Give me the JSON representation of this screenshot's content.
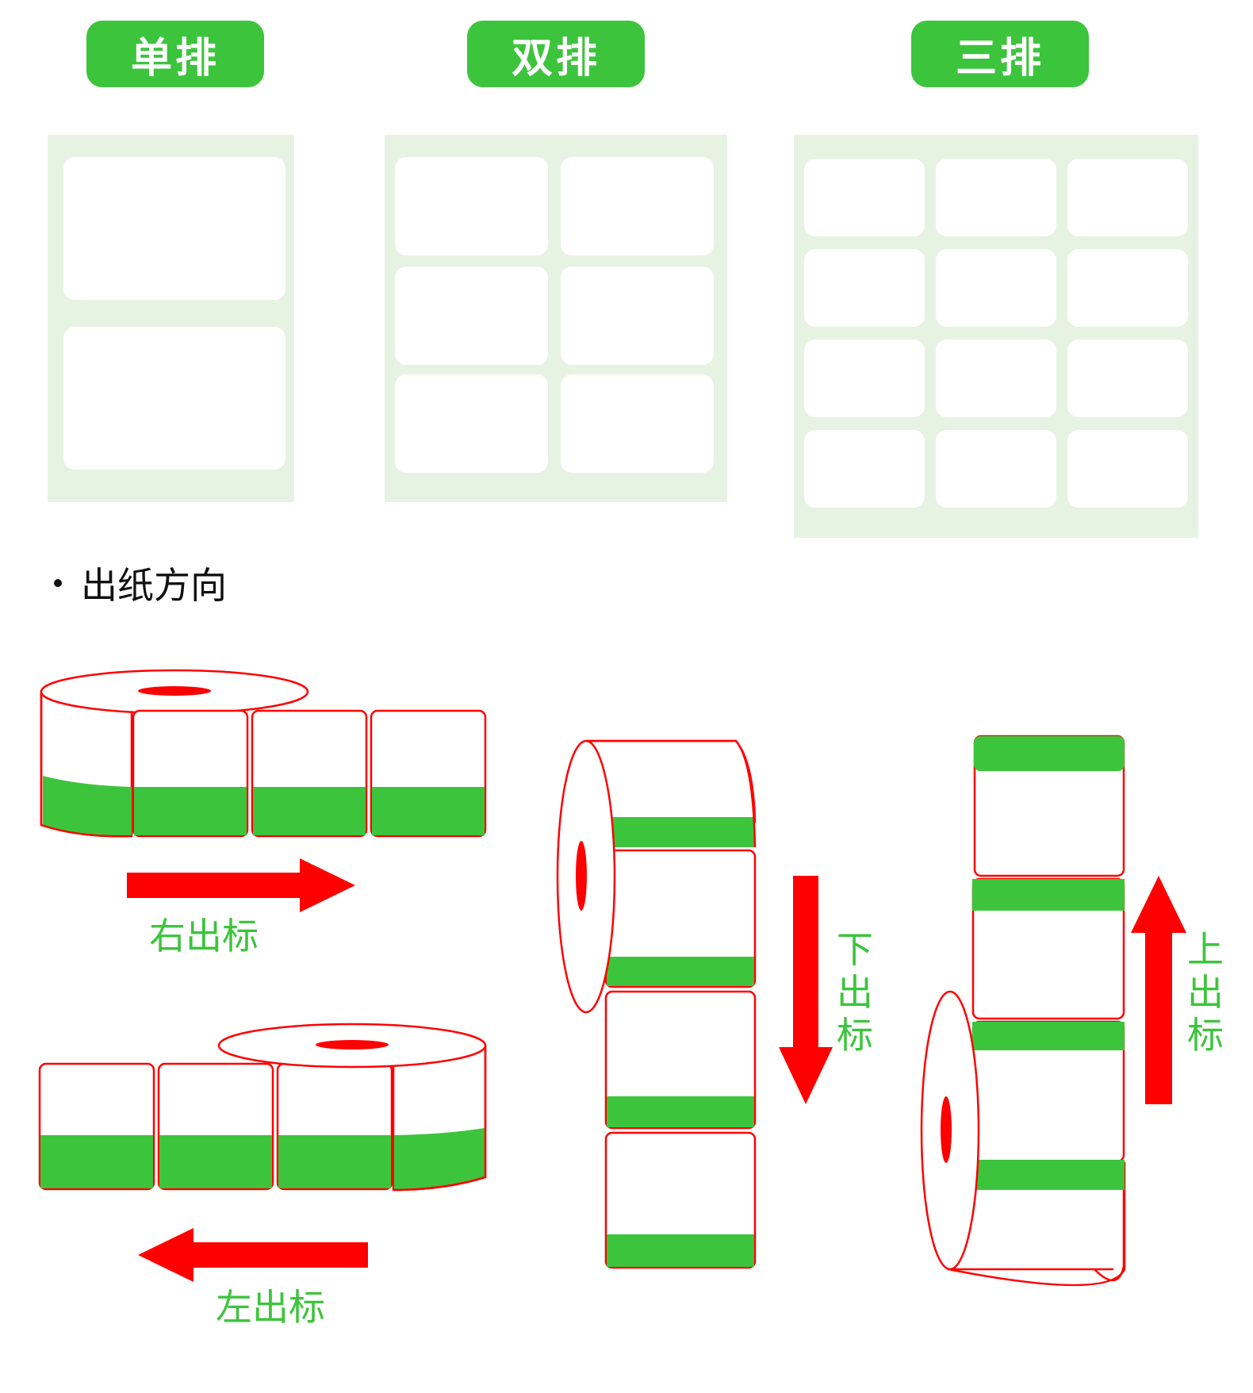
{
  "tags": {
    "single": "单排",
    "double": "双排",
    "triple": "三排"
  },
  "section": {
    "title": "出纸方向"
  },
  "directions": {
    "right": "右出标",
    "left": "左出标",
    "down": "下出标",
    "up": "上出标"
  },
  "colors": {
    "green": "#3dc43d",
    "red": "#ff0000",
    "sheet": "#e6f3e3"
  }
}
